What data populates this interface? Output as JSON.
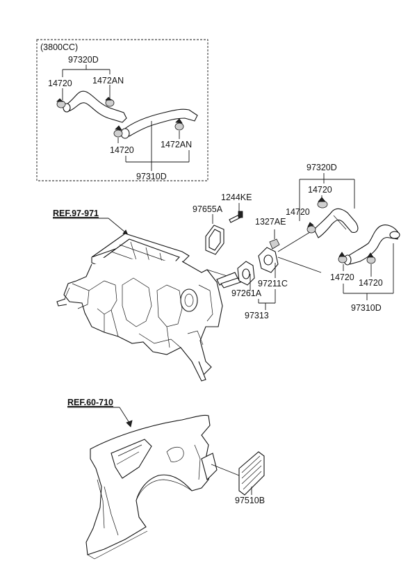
{
  "inset_box": {
    "engine_variant": "(3800CC)",
    "labels": {
      "upper_hose": "97320D",
      "upper_clamp_left": "14720",
      "upper_clamp_right": "1472AN",
      "lower_clamp_left": "14720",
      "lower_clamp_right": "1472AN",
      "lower_hose": "97310D"
    }
  },
  "heater_section": {
    "ref_label": "REF.97-971",
    "labels": {
      "bolt": "1244KE",
      "grommet": "97655A",
      "clip": "1327AE",
      "plate": "97211C",
      "seal": "97261A",
      "assembly": "97313"
    }
  },
  "hose_section": {
    "labels": {
      "upper_hose": "97320D",
      "upper_clamp_top": "14720",
      "upper_clamp_left": "14720",
      "lower_clamp_left": "14720",
      "lower_clamp_right": "14720",
      "lower_hose": "97310D"
    }
  },
  "body_section": {
    "ref_label": "REF.60-710",
    "labels": {
      "vent": "97510B"
    }
  }
}
